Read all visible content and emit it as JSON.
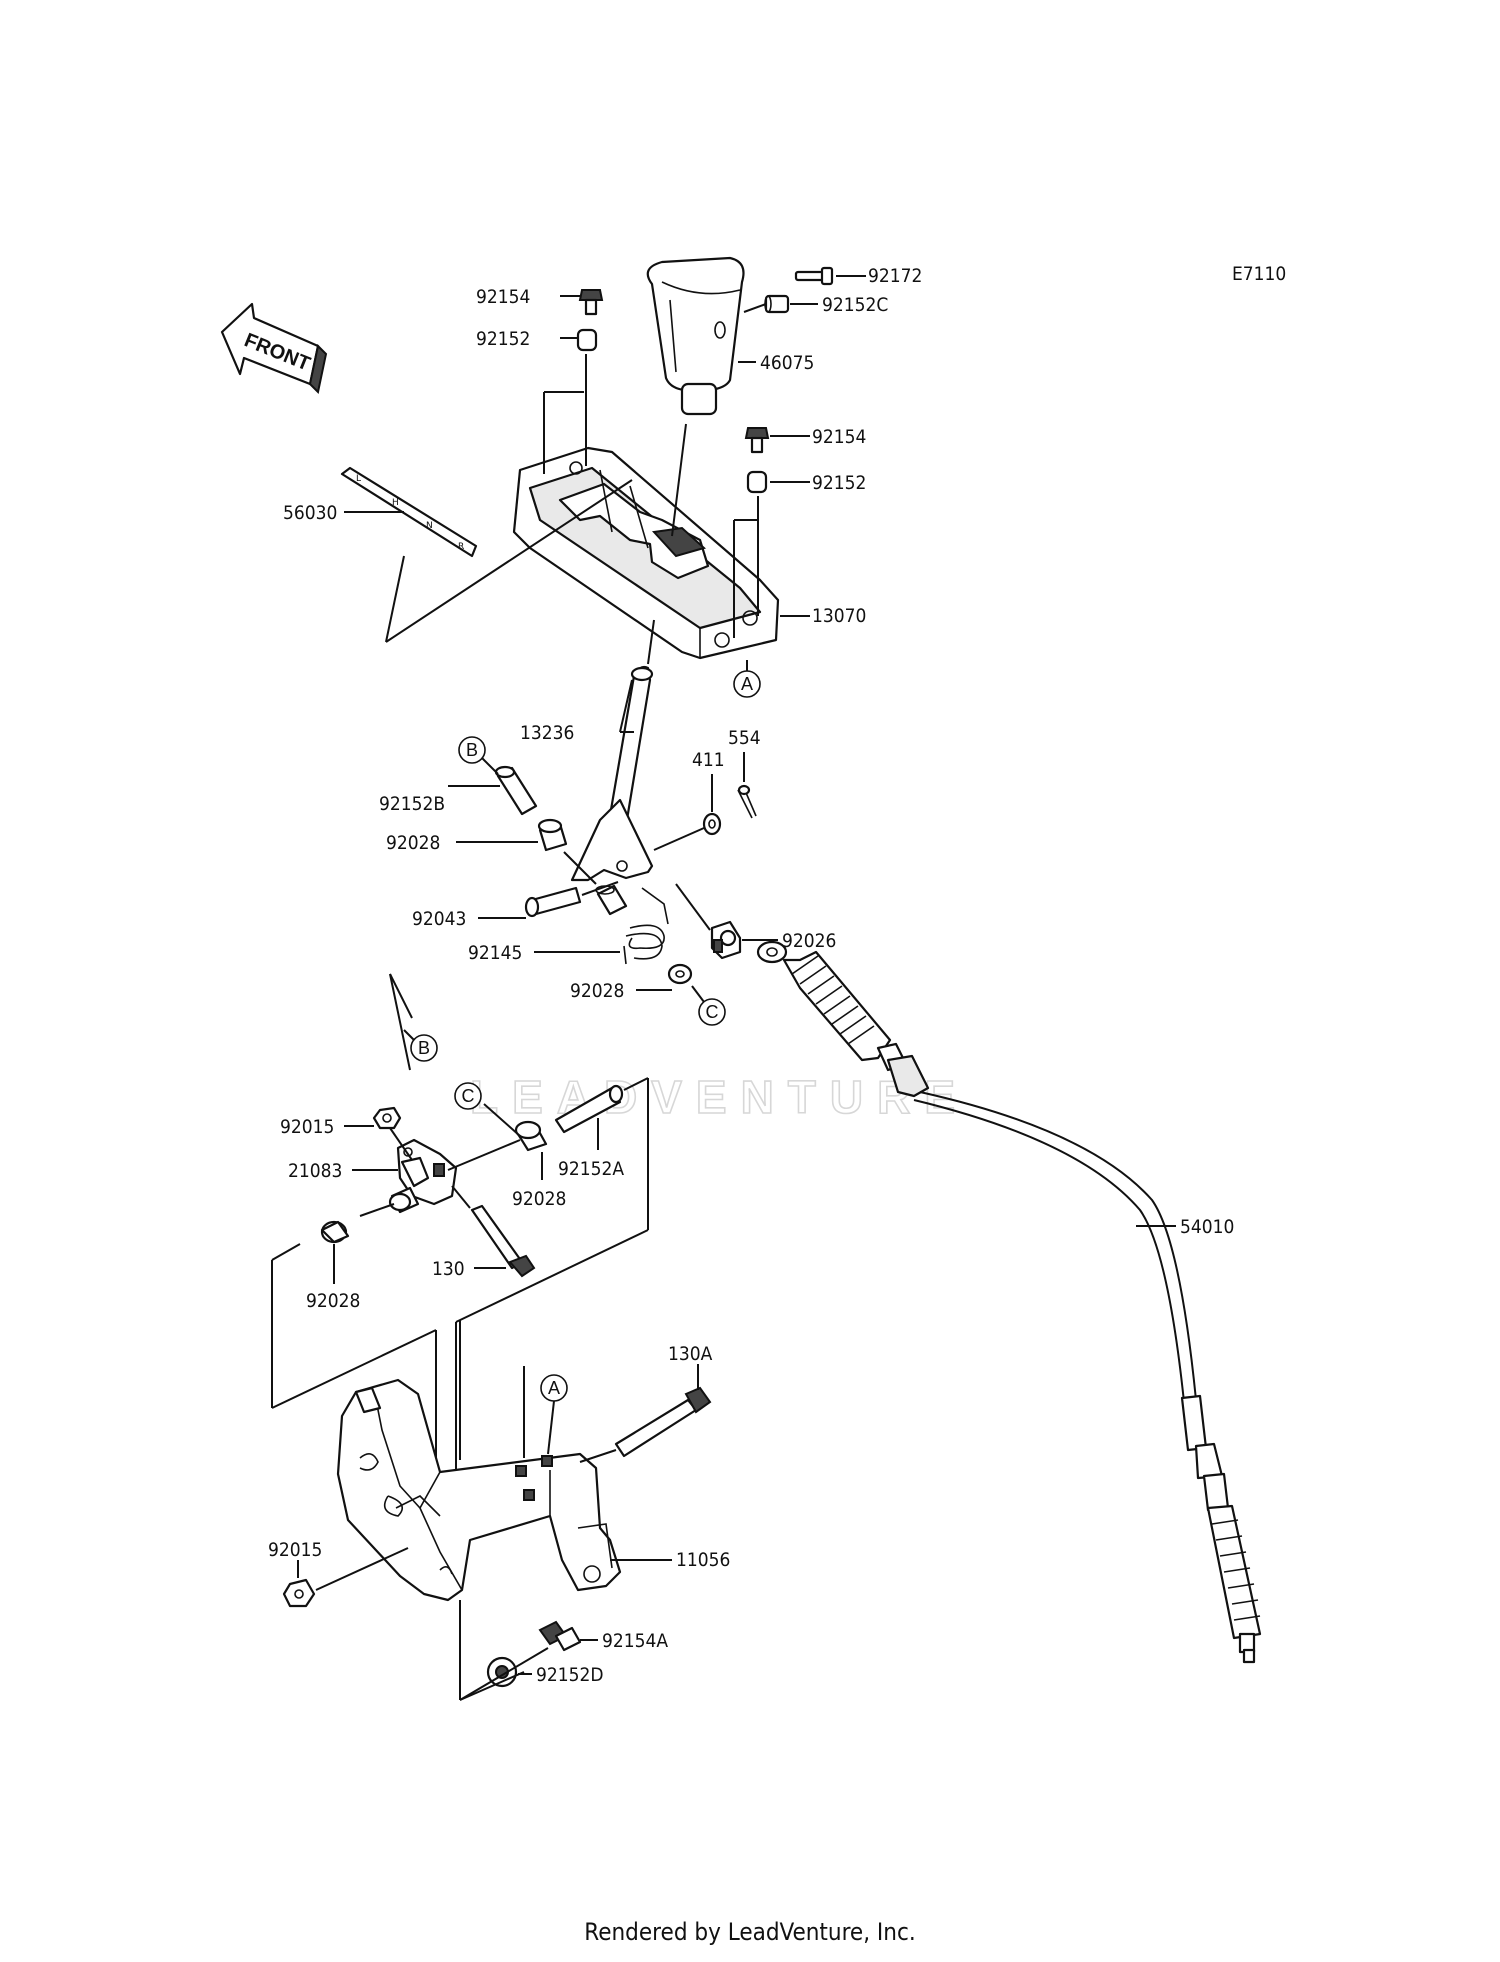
{
  "diagram_code": "E7110",
  "front_marker": "FRONT",
  "watermark": "LEADVENTURE",
  "footer": "Rendered by LeadVenture, Inc.",
  "callouts": {
    "a": "A",
    "b": "B",
    "c": "C"
  },
  "parts": {
    "p92172": "92172",
    "p92152C": "92152C",
    "p46075": "46075",
    "p92154_top": "92154",
    "p92152_top": "92152",
    "p92154_right": "92154",
    "p92152_right": "92152",
    "p56030": "56030",
    "p13070": "13070",
    "p13236": "13236",
    "p554": "554",
    "p411": "411",
    "p92152B": "92152B",
    "p92028_a": "92028",
    "p92043": "92043",
    "p92026": "92026",
    "p92145": "92145",
    "p92028_b": "92028",
    "p92015_top": "92015",
    "p21083": "21083",
    "p92028_c": "92028",
    "p92152A": "92152A",
    "p92028_d": "92028",
    "p130": "130",
    "p54010": "54010",
    "p130A": "130A",
    "p92015_bottom": "92015",
    "p11056": "11056",
    "p92154A": "92154A",
    "p92152D": "92152D"
  }
}
